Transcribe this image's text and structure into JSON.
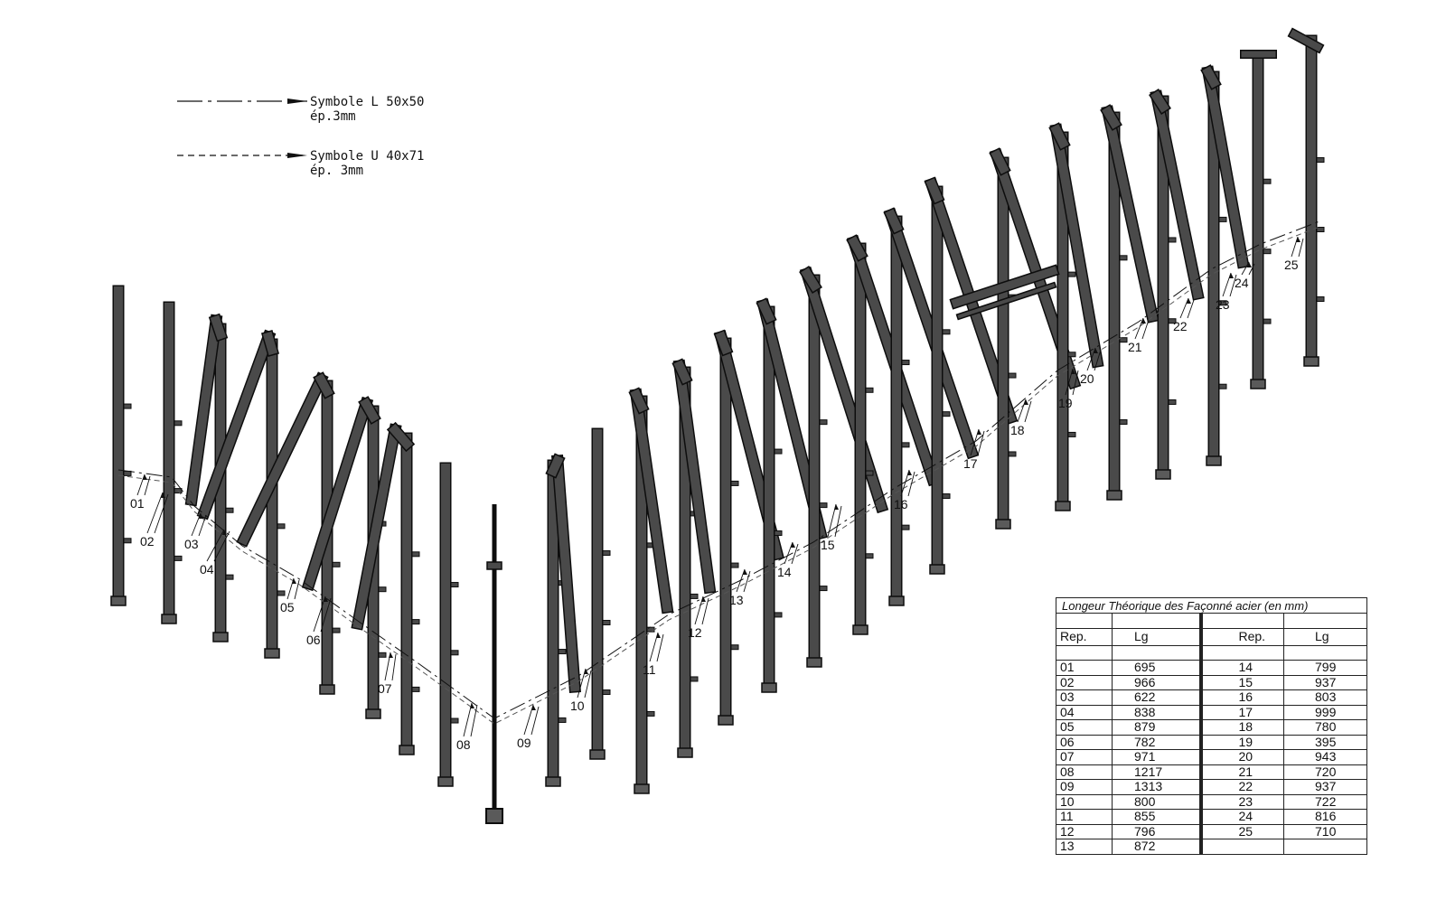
{
  "legend": [
    {
      "line_style": "dashdot",
      "text_line1": "Symbole L 50x50",
      "text_line2": "ép.3mm"
    },
    {
      "line_style": "dashed",
      "text_line1": "Symbole U 40x71",
      "text_line2": "ép. 3mm"
    }
  ],
  "labels": [
    "01",
    "02",
    "03",
    "04",
    "05",
    "06",
    "07",
    "08",
    "09",
    "10",
    "11",
    "12",
    "13",
    "14",
    "15",
    "16",
    "17",
    "18",
    "19",
    "20",
    "21",
    "22",
    "23",
    "24",
    "25"
  ],
  "schedule": {
    "title": "Longeur Théorique des Façonné acier (en mm)",
    "headers": {
      "rep": "Rep.",
      "lg": "Lg"
    },
    "rows": [
      {
        "rep": "01",
        "lg": "695",
        "rep2": "14",
        "lg2": "799"
      },
      {
        "rep": "02",
        "lg": "966",
        "rep2": "15",
        "lg2": "937"
      },
      {
        "rep": "03",
        "lg": "622",
        "rep2": "16",
        "lg2": "803"
      },
      {
        "rep": "04",
        "lg": "838",
        "rep2": "17",
        "lg2": "999"
      },
      {
        "rep": "05",
        "lg": "879",
        "rep2": "18",
        "lg2": "780"
      },
      {
        "rep": "06",
        "lg": "782",
        "rep2": "19",
        "lg2": "395"
      },
      {
        "rep": "07",
        "lg": "971",
        "rep2": "20",
        "lg2": "943"
      },
      {
        "rep": "08",
        "lg": "1217",
        "rep2": "21",
        "lg2": "720"
      },
      {
        "rep": "09",
        "lg": "1313",
        "rep2": "22",
        "lg2": "937"
      },
      {
        "rep": "10",
        "lg": "800",
        "rep2": "23",
        "lg2": "722"
      },
      {
        "rep": "11",
        "lg": "855",
        "rep2": "24",
        "lg2": "816"
      },
      {
        "rep": "12",
        "lg": "796",
        "rep2": "25",
        "lg2": "710"
      },
      {
        "rep": "13",
        "lg": "872",
        "rep2": "",
        "lg2": ""
      }
    ]
  },
  "colors": {
    "steel_fill": "#4a4a4a",
    "steel_edge": "#0d0d0d",
    "line": "#111111"
  }
}
